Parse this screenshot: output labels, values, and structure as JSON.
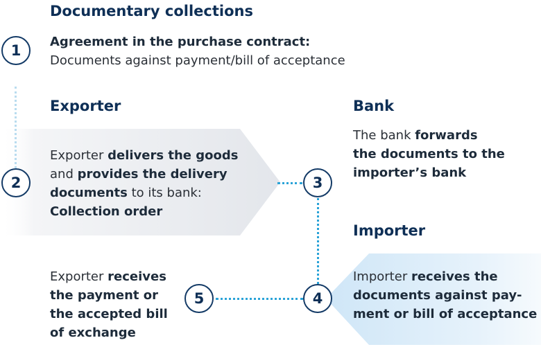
{
  "title": "Documentary collections",
  "headings": {
    "exporter": "Exporter",
    "bank": "Bank",
    "importer": "Importer"
  },
  "steps": {
    "s1": {
      "number": "1",
      "bold": "Agreement in the purchase contract:",
      "text": "Documents against payment/bill of acceptance"
    },
    "s2": {
      "number": "2",
      "p1": "Exporter ",
      "b1": "delivers the goods",
      "p2": "and ",
      "b2": "provides the delivery",
      "b3": "documents",
      "p3": " to its bank:",
      "b4": "Collection order"
    },
    "s3": {
      "number": "3",
      "p1": "The bank ",
      "b1": "forwards",
      "b2": "the documents to the",
      "b3": "importer’s bank"
    },
    "s4": {
      "number": "4",
      "p1": "Importer ",
      "b1": "receives the",
      "b2": "documents against pay-",
      "b3": "ment or bill of acceptance"
    },
    "s5": {
      "number": "5",
      "p1": "Exporter ",
      "b1": "receives",
      "b2": "the payment or",
      "b3": "the accepted bill",
      "b4": "of exchange"
    }
  },
  "colors": {
    "navy": "#0e2f56",
    "dots": "#2aa3d8",
    "panel_gray": "#e6e9ee",
    "panel_blue": "#d6eaf8"
  }
}
